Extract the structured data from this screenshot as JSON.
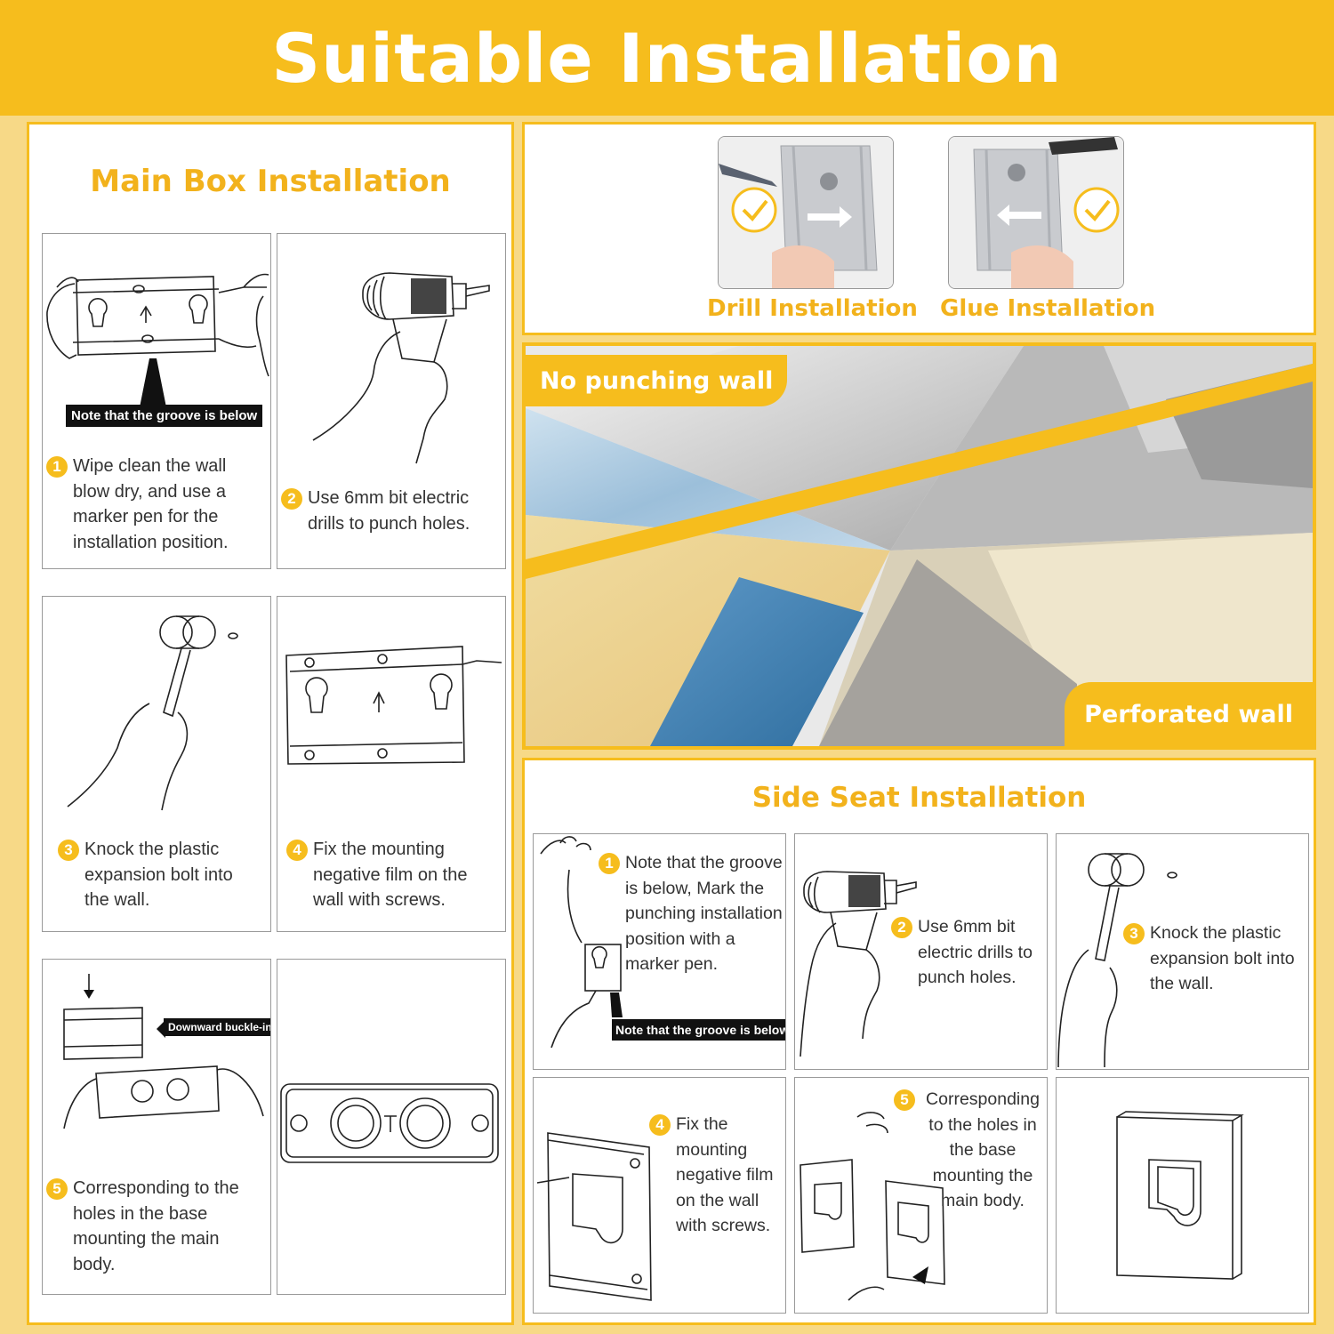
{
  "title": "Suitable Installation",
  "main_box": {
    "title": "Main Box Installation",
    "note": "Note that the groove is below",
    "buckle_label": "Downward buckle-in",
    "steps": [
      {
        "num": "1",
        "text": "Wipe clean the wall blow dry, and use a marker pen for the installation position."
      },
      {
        "num": "2",
        "text": "Use 6mm bit electric drills to punch holes."
      },
      {
        "num": "3",
        "text": "Knock the plastic expansion bolt into the wall."
      },
      {
        "num": "4",
        "text": "Fix the mounting negative film on the wall with screws."
      },
      {
        "num": "5",
        "text": "Corresponding to the holes in the base mounting the main body."
      }
    ]
  },
  "install_types": {
    "drill_label": "Drill Installation",
    "glue_label": "Glue Installation"
  },
  "walls": {
    "no_punching": "No punching wall",
    "perforated": "Perforated wall"
  },
  "side_seat": {
    "title": "Side Seat Installation",
    "note": "Note that the groove is below",
    "steps": [
      {
        "num": "1",
        "text": "Note that the groove is below, Mark the punching installation position with a marker pen."
      },
      {
        "num": "2",
        "text": "Use 6mm bit electric drills to punch holes."
      },
      {
        "num": "3",
        "text": "Knock the plastic expansion bolt into the wall."
      },
      {
        "num": "4",
        "text": "Fix the mounting negative film on the wall with screws."
      },
      {
        "num": "5",
        "text": "Corresponding to the holes in the base mounting the main body."
      }
    ]
  },
  "colors": {
    "accent": "#f6bd1d",
    "title_text": "#f2b21c",
    "background": "#f7d987"
  }
}
